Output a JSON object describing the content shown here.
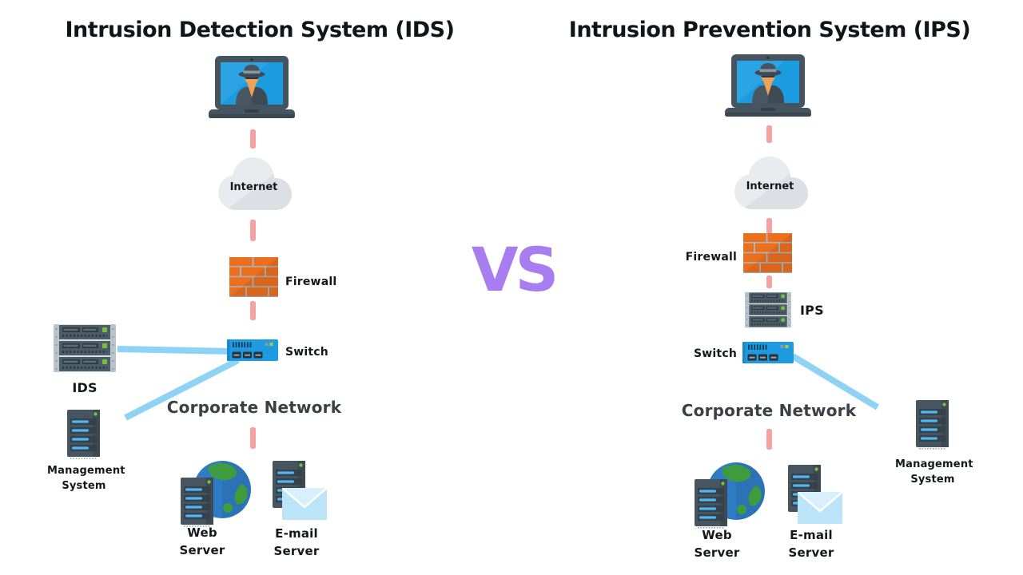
{
  "vs_label": "VS",
  "left": {
    "title": "Intrusion Detection System (IDS)",
    "internet": "Internet",
    "firewall": "Firewall",
    "switch": "Switch",
    "ids": "IDS",
    "management": "Management System",
    "corporate": "Corporate Network",
    "web": "Web Server",
    "email": "E-mail Server"
  },
  "right": {
    "title": "Intrusion Prevention System (IPS)",
    "internet": "Internet",
    "firewall": "Firewall",
    "ips": "IPS",
    "switch": "Switch",
    "management": "Management System",
    "corporate": "Corporate Network",
    "web": "Web Server",
    "email": "E-mail Server"
  },
  "colors": {
    "vs_purple": "#A87DF0",
    "connector_dash_pink": "#F5A2A2",
    "link_line_blue": "#8ED2F6",
    "firewall_brick_orange": "#EC6F1D",
    "switch_blue": "#1E9BE0",
    "led_green": "#75C043",
    "server_bar_blue": "#4FB8F4",
    "cloud_gray": "#E9EBEE",
    "device_slate": "#46545F"
  }
}
